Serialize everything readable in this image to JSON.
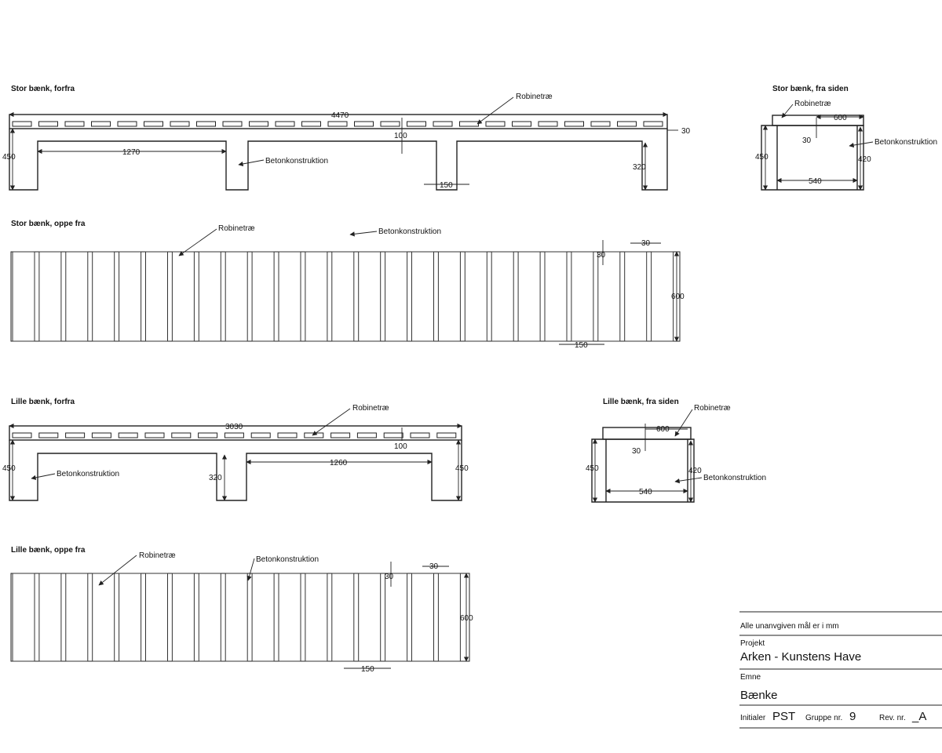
{
  "views": {
    "big_front": {
      "title": "Stor bænk, forfra",
      "wood_label": "Robinetræ",
      "concrete_label": "Betonkonstruktion",
      "dims": {
        "length": "4470",
        "thickness": "30",
        "gap": "100",
        "height": "450",
        "span": "1270",
        "leg_height": "320",
        "leg_width": "150"
      }
    },
    "big_side": {
      "title": "Stor bænk, fra siden",
      "wood_label": "Robinetræ",
      "concrete_label": "Betonkonstruktion",
      "dims": {
        "width": "600",
        "thickness": "30",
        "height": "450",
        "inner_height": "420",
        "base": "540"
      }
    },
    "big_top": {
      "title": "Stor bænk, oppe fra",
      "wood_label": "Robinetræ",
      "concrete_label": "Betonkonstruktion",
      "dims": {
        "gap": "30",
        "slat_top": "30",
        "depth": "600",
        "slat_width": "150"
      }
    },
    "small_front": {
      "title": "Lille bænk, forfra",
      "wood_label": "Robinetræ",
      "concrete_label": "Betonkonstruktion",
      "dims": {
        "length": "3030",
        "gap": "100",
        "height_left": "450",
        "height_right": "450",
        "leg_height": "320",
        "span": "1260"
      }
    },
    "small_side": {
      "title": "Lille bænk, fra siden",
      "wood_label": "Robinetræ",
      "concrete_label": "Betonkonstruktion",
      "dims": {
        "width": "600",
        "thickness": "30",
        "height": "450",
        "inner_height": "420",
        "base": "540"
      }
    },
    "small_top": {
      "title": "Lille bænk, oppe fra",
      "wood_label": "Robinetræ",
      "concrete_label": "Betonkonstruktion",
      "dims": {
        "gap": "30",
        "slat_top": "30",
        "depth": "600",
        "slat_width": "150"
      }
    }
  },
  "title_block": {
    "note": "Alle unanvgiven mål er i mm",
    "project_label": "Projekt",
    "project_value": "Arken - Kunstens Have",
    "subject_label": "Emne",
    "subject_value": "Bænke",
    "initials_label": "Initialer",
    "initials_value": "PST",
    "group_label": "Gruppe nr.",
    "group_value": "9",
    "rev_label": "Rev. nr.",
    "rev_value": "_A"
  }
}
